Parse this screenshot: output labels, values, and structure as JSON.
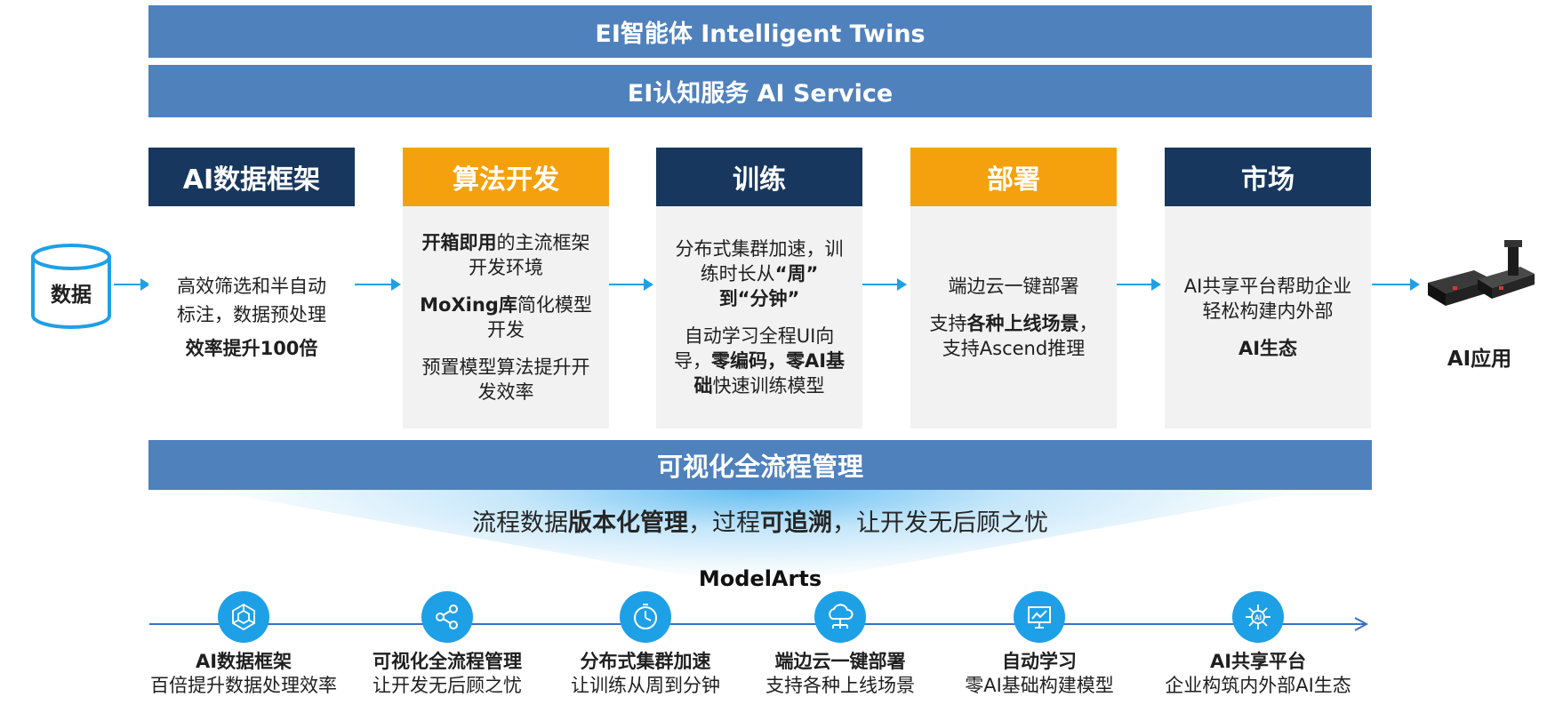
{
  "top_bars": {
    "twins": "EI智能体 Intelligent Twins",
    "service": "EI认知服务 AI Service"
  },
  "data_source": "数据",
  "columns": [
    {
      "header": "AI数据框架",
      "header_color": "#17375e",
      "lines": [
        {
          "text": "高效筛选和半自动",
          "bold": false
        },
        {
          "text": "标注，数据预处理",
          "bold": false
        },
        {
          "text": "效率提升100倍",
          "bold": true
        }
      ]
    },
    {
      "header": "算法开发",
      "header_color": "#f5a10d",
      "p1_bold": "开箱即用",
      "p1_rest": "的主流框架开发环境",
      "p2_bold": "MoXing库",
      "p2_rest": "简化模型开发",
      "p3": "预置模型算法提升开发效率"
    },
    {
      "header": "训练",
      "header_color": "#17375e",
      "p1_a": "分布式集群加速，训练时长从",
      "p1_b": "“周”",
      "p1_c": "到“分钟”",
      "p2_a": "自动学习全程UI向导，",
      "p2_b": "零编码，零AI基础",
      "p2_c": "快速训练模型"
    },
    {
      "header": "部署",
      "header_color": "#f5a10d",
      "p1": "端边云一键部署",
      "p2_a": "支持",
      "p2_b": "各种上线场景",
      "p2_c": "，支持Ascend推理"
    },
    {
      "header": "市场",
      "header_color": "#17375e",
      "p1": "AI共享平台帮助企业轻松构建内外部",
      "p2": "AI生态"
    }
  ],
  "output_label": "AI应用",
  "bottom_bar": "可视化全流程管理",
  "mgmt": {
    "a": "流程数据",
    "b": "版本化管理",
    "c": "，过程",
    "d": "可追溯",
    "e": "，让开发无后顾之忧"
  },
  "platform_name": "ModelArts",
  "features": [
    {
      "title": "AI数据框架",
      "subtitle": "百倍提升数据处理效率",
      "icon": "hexagon-network-icon"
    },
    {
      "title": "可视化全流程管理",
      "subtitle": "让开发无后顾之忧",
      "icon": "share-nodes-icon"
    },
    {
      "title": "分布式集群加速",
      "subtitle": "让训练从周到分钟",
      "icon": "stopwatch-icon"
    },
    {
      "title": "端边云一键部署",
      "subtitle": "支持各种上线场景",
      "icon": "cloud-network-icon"
    },
    {
      "title": "自动学习",
      "subtitle": "零AI基础构建模型",
      "icon": "presentation-chart-icon"
    },
    {
      "title": "AI共享平台",
      "subtitle": "企业构筑内外部AI生态",
      "icon": "ai-chip-icon"
    }
  ],
  "colors": {
    "bar_blue": "#4f81bd",
    "navy": "#17375e",
    "orange": "#f5a10d",
    "accent_blue": "#1ea0e6",
    "timeline_blue": "#3a6fc4"
  }
}
